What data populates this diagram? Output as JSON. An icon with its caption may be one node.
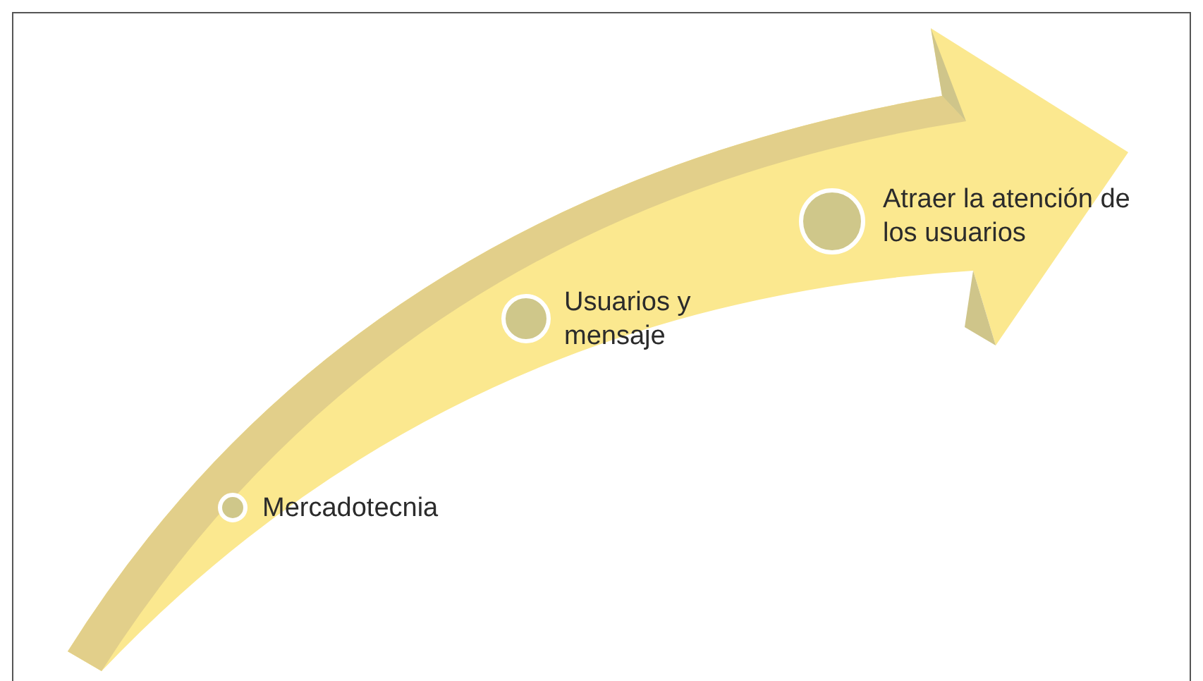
{
  "diagram": {
    "nodes": [
      {
        "text": [
          "Mercadotecnia"
        ]
      },
      {
        "text": [
          "Usuarios y mensaje"
        ]
      },
      {
        "text": [
          "Atraer la atención de los usuarios"
        ]
      }
    ]
  }
}
